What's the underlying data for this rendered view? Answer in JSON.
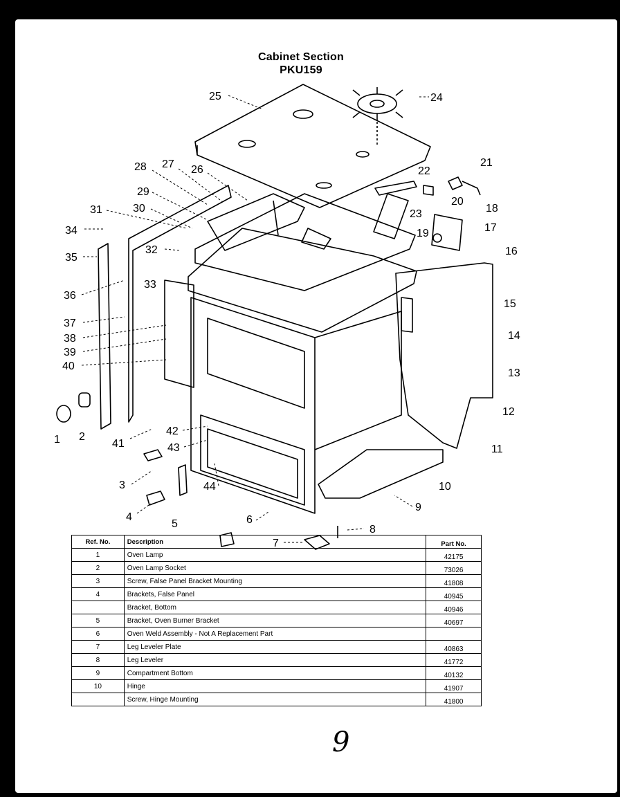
{
  "title": "Cabinet Section",
  "model": "PKU159",
  "callouts": [
    "1",
    "2",
    "3",
    "4",
    "5",
    "6",
    "7",
    "8",
    "9",
    "10",
    "11",
    "12",
    "13",
    "14",
    "15",
    "16",
    "17",
    "18",
    "19",
    "20",
    "21",
    "22",
    "23",
    "24",
    "25",
    "26",
    "27",
    "28",
    "29",
    "30",
    "31",
    "32",
    "33",
    "34",
    "35",
    "36",
    "37",
    "38",
    "39",
    "40",
    "41",
    "42",
    "43",
    "44"
  ],
  "table": {
    "headers": {
      "ref": "Ref. No.",
      "desc": "Description",
      "part": "Part No."
    },
    "rows": [
      {
        "ref": "1",
        "desc": "Oven Lamp",
        "part": "42175"
      },
      {
        "ref": "2",
        "desc": "Oven Lamp Socket",
        "part": "73026"
      },
      {
        "ref": "3",
        "desc": "Screw, False Panel Bracket Mounting",
        "part": "41808"
      },
      {
        "ref": "4",
        "desc": "Brackets, False Panel",
        "part": "40945"
      },
      {
        "ref": "",
        "desc": "Bracket, Bottom",
        "part": "40946"
      },
      {
        "ref": "5",
        "desc": "Bracket, Oven Burner Bracket",
        "part": "40697"
      },
      {
        "ref": "6",
        "desc": "Oven Weld Assembly - Not A Replacement Part",
        "part": ""
      },
      {
        "ref": "7",
        "desc": "Leg Leveler Plate",
        "part": "40863"
      },
      {
        "ref": "8",
        "desc": "Leg Leveler",
        "part": "41772"
      },
      {
        "ref": "9",
        "desc": "Compartment Bottom",
        "part": "40132"
      },
      {
        "ref": "10",
        "desc": "Hinge",
        "part": "41907"
      },
      {
        "ref": "",
        "desc": "Screw, Hinge Mounting",
        "part": "41800"
      }
    ]
  },
  "page_number": "9"
}
